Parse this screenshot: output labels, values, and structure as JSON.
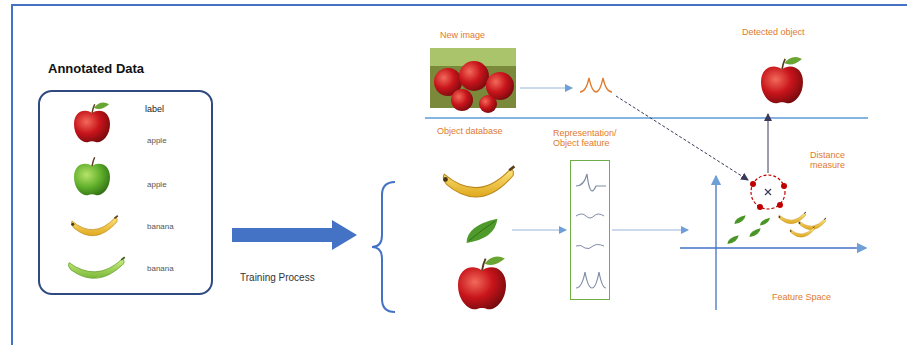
{
  "diagram": {
    "nodes": [
      {
        "text": [
          "Annotated Data",
          "label",
          "apple",
          "apple",
          "banana",
          "banana"
        ]
      },
      {
        "text": [
          "Representation/ Object feature"
        ]
      }
    ],
    "labels": [
      "Training Process",
      "New image",
      "Detected object",
      "Object database",
      "Distance measure",
      "Feature Space"
    ]
  }
}
